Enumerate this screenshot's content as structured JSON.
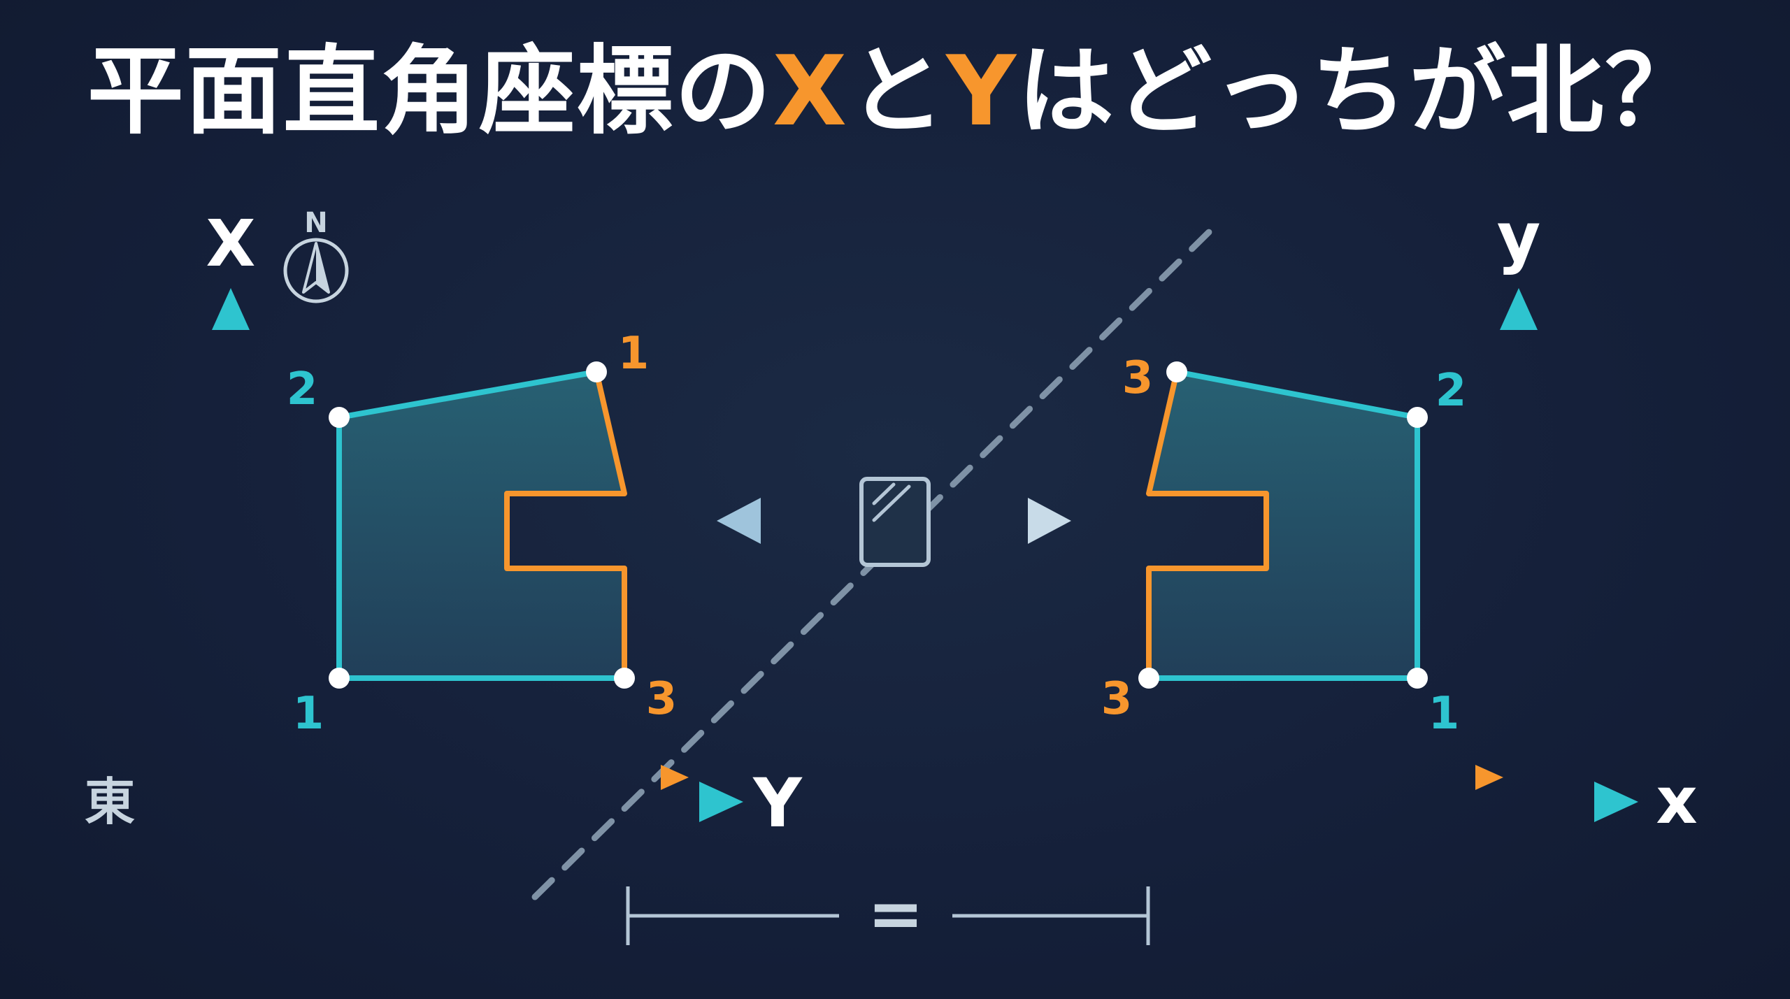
{
  "title": {
    "part1": "平面直角座標の",
    "x": "X",
    "part2": "と",
    "y": "Y",
    "part3": "はどっちが北？"
  },
  "left_diagram": {
    "vertical_axis_label": "X",
    "horizontal_axis_label": "Y",
    "east_label": "東",
    "compass_label": "N",
    "vertex_labels": [
      "2",
      "1",
      "1",
      "3"
    ]
  },
  "right_diagram": {
    "vertical_axis_label": "y",
    "horizontal_axis_label": "x",
    "vertex_labels": [
      "3",
      "2",
      "3",
      "1"
    ]
  },
  "equals_label": "=",
  "colors": {
    "background": "#15203a",
    "teal": "#2ec4cf",
    "orange": "#f7962d",
    "red_orange": "#f2643c",
    "white": "#ffffff",
    "grey_axis": "#b4c6d6",
    "dashed_line": "#7f92a6"
  },
  "icons": [
    "compass-icon",
    "mirror-icon",
    "double-arrow-icon"
  ]
}
